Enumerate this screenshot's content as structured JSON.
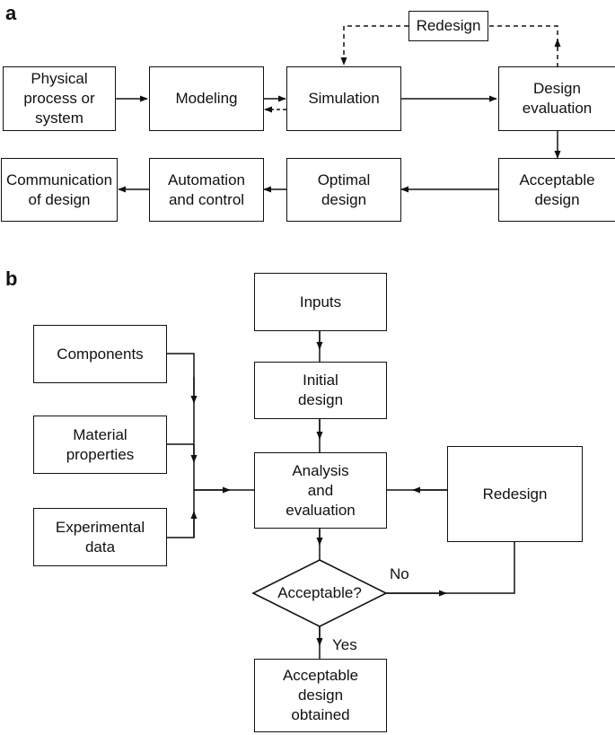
{
  "panel_a": {
    "label": "a",
    "nodes": {
      "physical": "Physical\nprocess or\nsystem",
      "modeling": "Modeling",
      "simulation": "Simulation",
      "evaluation": "Design\nevaluation",
      "redesign": "Redesign",
      "acceptable": "Acceptable\ndesign",
      "optimal": "Optimal\ndesign",
      "automation": "Automation\nand control",
      "communication": "Communication\nof design"
    }
  },
  "panel_b": {
    "label": "b",
    "nodes": {
      "inputs": "Inputs",
      "initial": "Initial\ndesign",
      "components": "Components",
      "material": "Material\nproperties",
      "experimental": "Experimental\ndata",
      "analysis": "Analysis\nand\nevaluation",
      "redesign": "Redesign",
      "decision": "Acceptable?",
      "obtained": "Acceptable\ndesign\nobtained"
    },
    "edge_labels": {
      "no": "No",
      "yes": "Yes"
    }
  }
}
